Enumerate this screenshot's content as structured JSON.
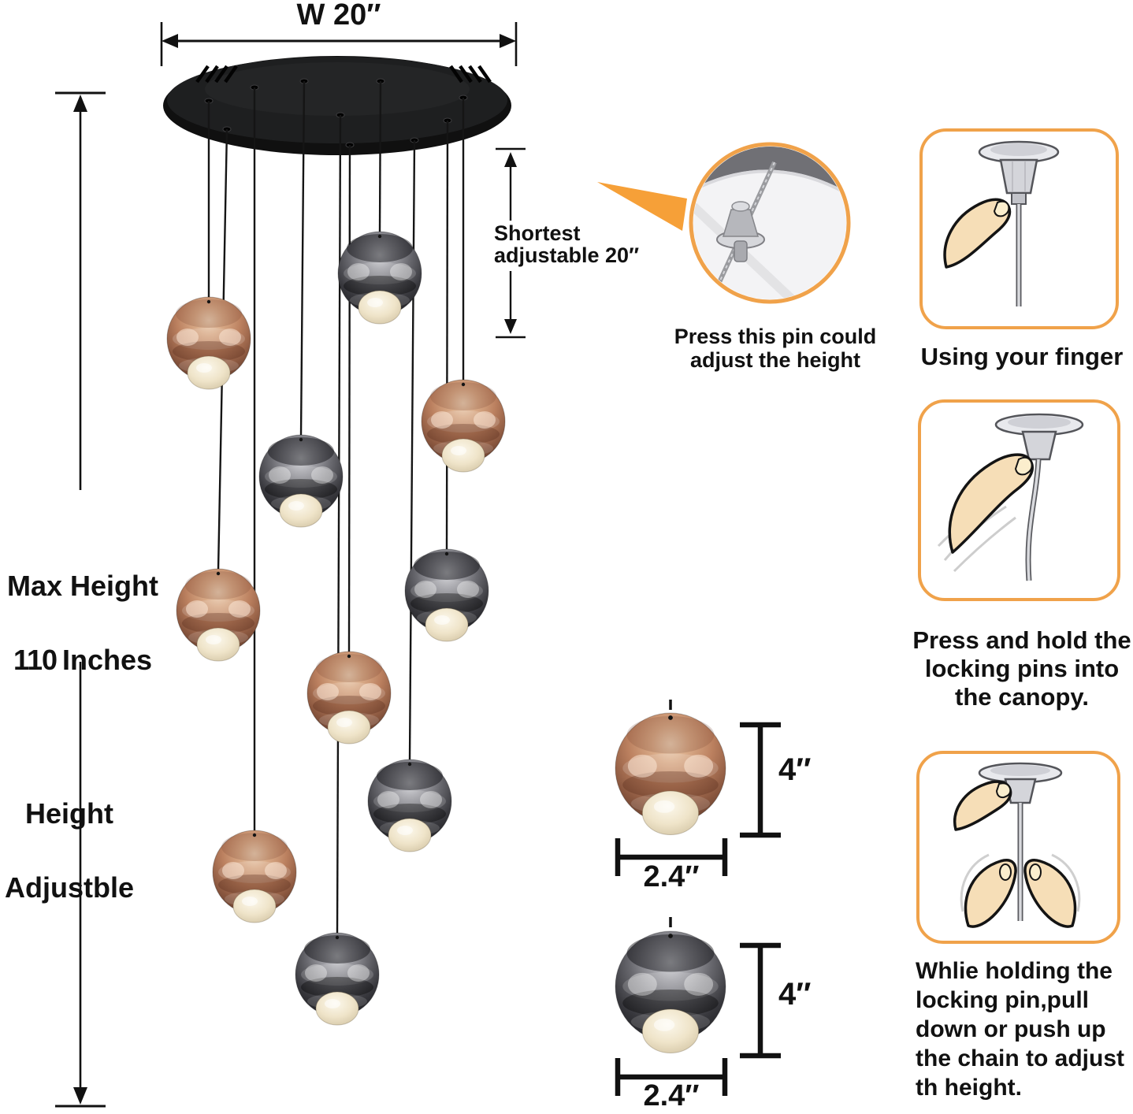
{
  "colors": {
    "accent": "#F0A24A",
    "pointer": "#F6A038",
    "copper": "#C08763",
    "smoke": "#55555A",
    "canopy": "#1B1B1B",
    "lens": "#F0E6CE"
  },
  "canopy": {
    "width_label": "W 20″"
  },
  "dims": {
    "shortest_lines": [
      "Shortest",
      "adjustable 20″"
    ],
    "max_height_line1": "Max Height",
    "max_height_value": "110",
    "max_height_unit": "Inches",
    "max_height_line3": "Height",
    "max_height_line4": "Adjustble"
  },
  "callout": {
    "caption_lines": [
      "Press this pin could",
      "adjust the height"
    ]
  },
  "steps": [
    {
      "caption": "Using your finger"
    },
    {
      "caption_lines": [
        "Press and hold the",
        "locking pins into",
        "the canopy."
      ]
    },
    {
      "caption_lines": [
        "Whlie holding the",
        "locking pin,pull",
        "down or push up",
        "the chain to adjust",
        "th height."
      ]
    }
  ],
  "detail": {
    "height_label": "4″",
    "width_label": "2.4″"
  },
  "pendants": {
    "count": 10,
    "ball_diameter_label": "2.4″",
    "ball_height_label": "4″",
    "finishes": [
      "copper",
      "smoke",
      "copper",
      "smoke",
      "smoke",
      "copper",
      "copper",
      "smoke",
      "copper",
      "smoke"
    ]
  }
}
